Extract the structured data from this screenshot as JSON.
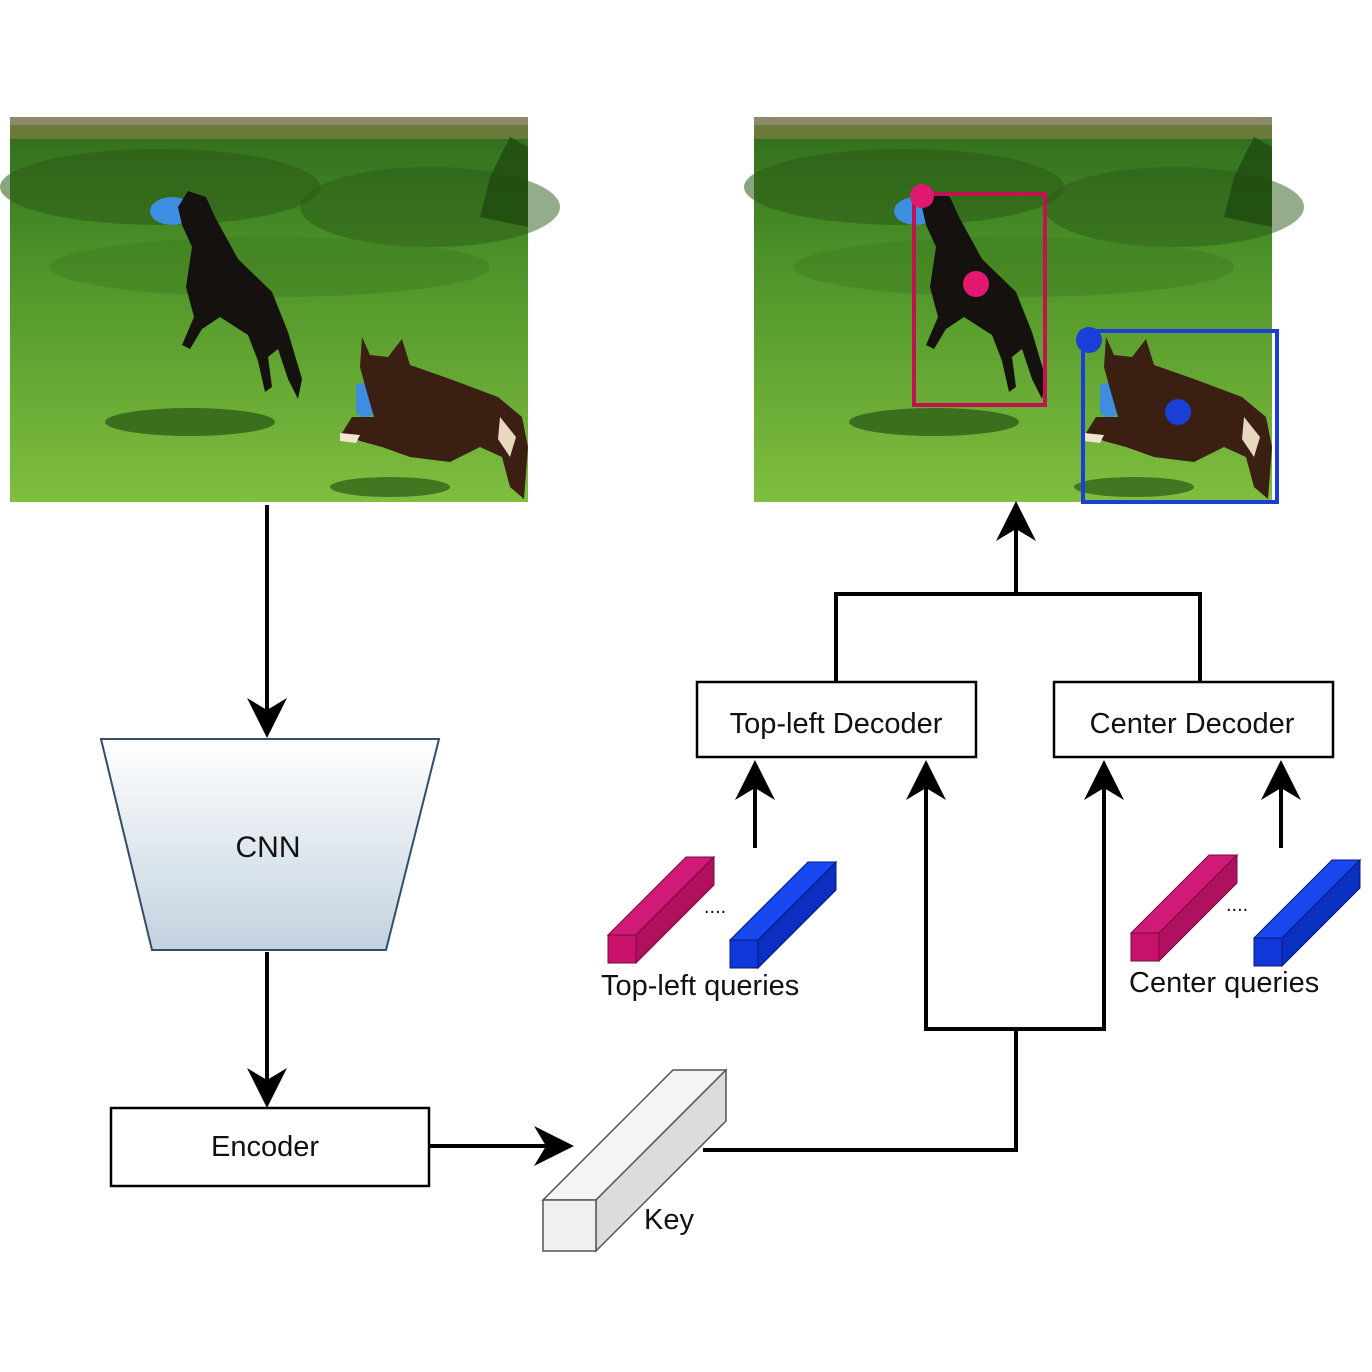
{
  "labels": {
    "cnn": "CNN",
    "encoder": "Encoder",
    "key": "Key",
    "topleft_decoder": "Top-left Decoder",
    "center_decoder": "Center Decoder",
    "topleft_queries": "Top-left queries",
    "center_queries": "Center queries",
    "ellipsis": "....",
    "ellipsis2": "...."
  },
  "colors": {
    "query_pink": "#c8116a",
    "query_blue": "#1038d8",
    "topleft_box": "#c0144f",
    "center_box": "#1a3fd6",
    "cnn_top": "#ffffff",
    "cnn_bottom": "#c3d2df",
    "key_fill": "#e8e8e8"
  },
  "icons": {
    "input_image": "dogs-playing-frisbee-photo",
    "output_image": "dogs-with-detection-boxes-photo"
  }
}
